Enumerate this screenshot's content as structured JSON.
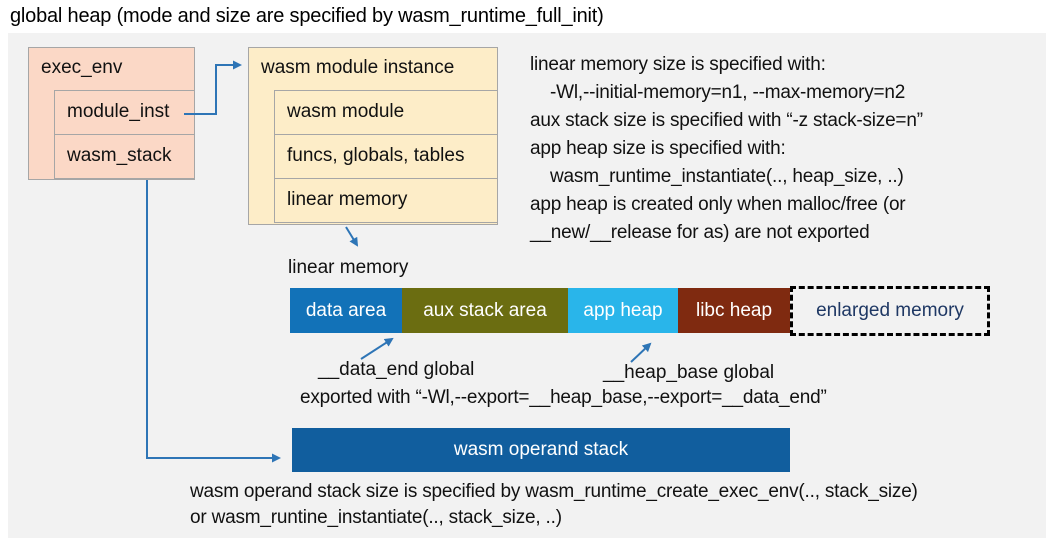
{
  "title": "global heap (mode and size are specified by wasm_runtime_full_init)",
  "boxes": {
    "exec_env": {
      "header": "exec_env",
      "rows": [
        "module_inst",
        "wasm_stack"
      ]
    },
    "module_instance": {
      "header": "wasm module instance",
      "rows": [
        "wasm module",
        "funcs, globals, tables",
        "linear memory"
      ]
    }
  },
  "notes_right": {
    "lines": [
      "linear memory size is specified with:",
      "-Wl,--initial-memory=n1, --max-memory=n2",
      "aux stack size is specified with “-z stack-size=n”",
      "app heap size is specified with:",
      "wasm_runtime_instantiate(.., heap_size, ..)",
      "app heap is created only when malloc/free (or",
      "__new/__release for as) are not exported"
    ]
  },
  "memory_bar": {
    "label": "linear memory",
    "segments": [
      {
        "label": "data area",
        "color": "#1272b8"
      },
      {
        "label": "aux stack area",
        "color": "#6b6d11"
      },
      {
        "label": "app heap",
        "color": "#29b5ea"
      },
      {
        "label": "libc heap",
        "color": "#7f2a10"
      },
      {
        "label": "enlarged memory",
        "color": "#f2f2f2",
        "text_color": "#1f3864",
        "border": "dashed"
      }
    ],
    "data_end_label": "__data_end global",
    "heap_base_label": "__heap_base global",
    "export_note": "exported with “-Wl,--export=__heap_base,--export=__data_end”"
  },
  "operand_stack": {
    "label": "wasm operand stack",
    "notes": [
      "wasm operand stack size is specified by wasm_runtime_create_exec_env(.., stack_size)",
      "or wasm_runtine_instantiate(.., stack_size, ..)"
    ]
  },
  "colors": {
    "panel_bg": "#f2f2f2",
    "exec_env_box": "#fbd8c6",
    "instance_box": "#fdedc8",
    "box_border": "#a6a6a6",
    "arrow": "#2e75b6",
    "operand_stack_bg": "#115e9e",
    "enlarged_memory_text": "#1f3864"
  }
}
